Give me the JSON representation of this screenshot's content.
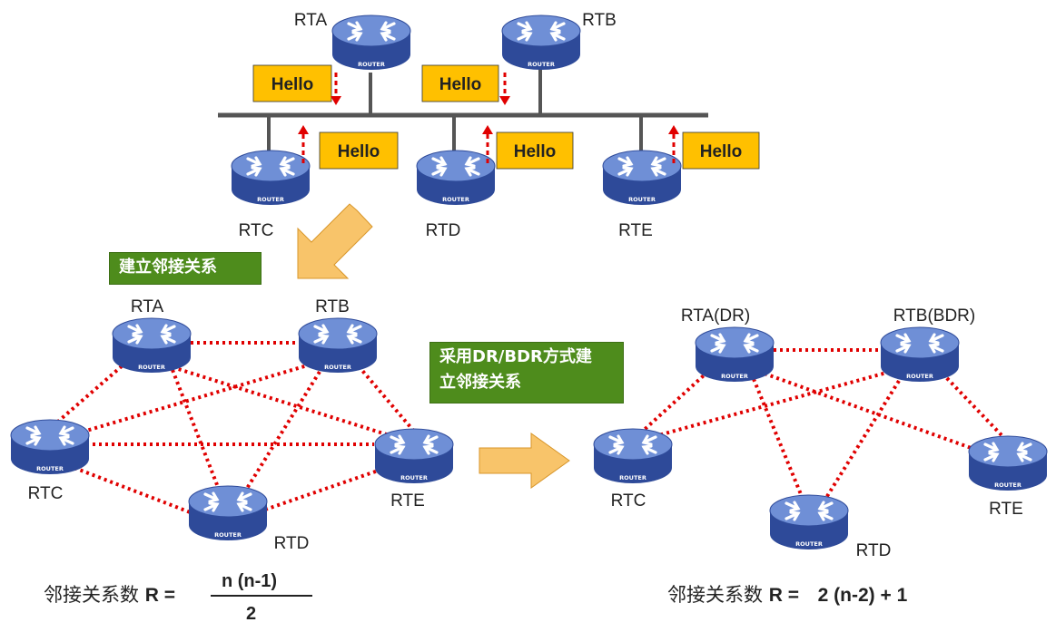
{
  "top": {
    "routers": [
      "RTA",
      "RTB",
      "RTC",
      "RTD",
      "RTE"
    ],
    "hello_label": "Hello"
  },
  "router_badge": "ROUTER",
  "box_adjacency": "建立邻接关系",
  "box_drbdr_line1": "采用DR/BDR方式建",
  "box_drbdr_line2": "立邻接关系",
  "left": {
    "routers": [
      "RTA",
      "RTB",
      "RTC",
      "RTD",
      "RTE"
    ],
    "formula_prefix": "邻接关系数 ",
    "formula_var": "R =",
    "numerator": "n (n-1)",
    "denominator": "2"
  },
  "right": {
    "routers": [
      "RTA(DR)",
      "RTB(BDR)",
      "RTC",
      "RTD",
      "RTE"
    ],
    "formula_prefix": "邻接关系数 ",
    "formula_var": "R =",
    "formula_value": "2 (n-2) + 1"
  },
  "colors": {
    "router_body": "#3a56a8",
    "router_top": "#6f8fd6",
    "hello_fill": "#ffc000",
    "dash_red": "#e00000",
    "green_box": "#4e8c1c",
    "arrow_fill": "#f8c46a"
  }
}
